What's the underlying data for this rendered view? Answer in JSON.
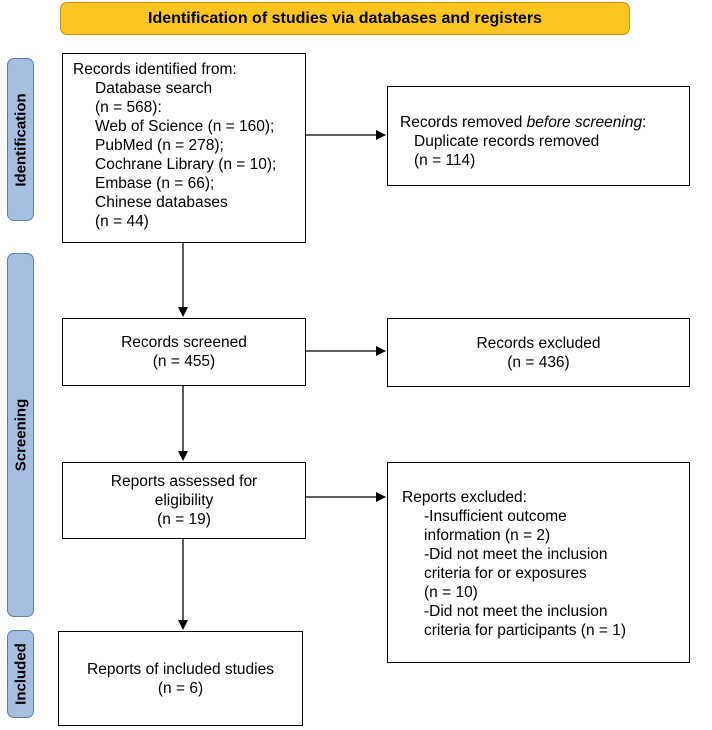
{
  "banner": "Identification of studies via databases and registers",
  "phases": {
    "identification": "Identification",
    "screening": "Screening",
    "included": "Included"
  },
  "identified": {
    "heading": "Records identified from:",
    "lines": [
      "Database search",
      "(n = 568):",
      "Web of Science (n = 160);",
      "PubMed (n = 278);",
      "Cochrane Library (n = 10);",
      "Embase (n = 66);",
      "Chinese databases",
      "(n = 44)"
    ]
  },
  "removed": {
    "heading_prefix": "Records removed ",
    "heading_emphasis": "before screening",
    "heading_suffix": ":",
    "line1": "Duplicate records removed",
    "line2": "(n = 114)"
  },
  "screened": {
    "line1": "Records screened",
    "line2": "(n = 455)"
  },
  "excluded": {
    "line1": "Records excluded",
    "line2": "(n = 436)"
  },
  "assessed": {
    "line1": "Reports assessed for",
    "line2": "eligibility",
    "line3": "(n = 19)"
  },
  "reports_excluded": {
    "heading": "Reports excluded:",
    "lines": [
      "-Insufficient outcome",
      "information (n = 2)",
      "-Did not meet the inclusion",
      "criteria for or exposures",
      "(n = 10)",
      "-Did not meet the inclusion",
      "criteria for participants (n = 1)"
    ]
  },
  "included": {
    "line1": "Reports of included studies",
    "line2": "(n = 6)"
  },
  "colors": {
    "banner_fill": "#fcc51f",
    "phase_fill": "#a6bfe0"
  }
}
